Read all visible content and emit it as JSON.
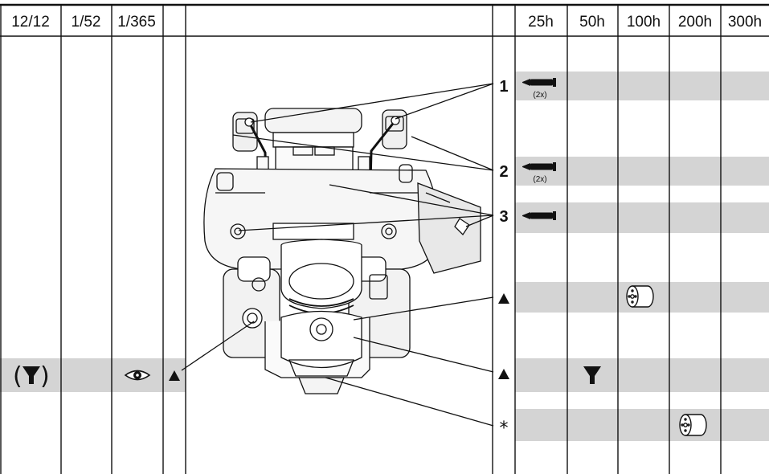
{
  "headers": {
    "left": [
      "12/12",
      "1/52",
      "1/365"
    ],
    "right": [
      "25h",
      "50h",
      "100h",
      "200h",
      "300h"
    ]
  },
  "callouts": [
    {
      "label": "1",
      "grease_note": "(2x)"
    },
    {
      "label": "2",
      "grease_note": "(2x)"
    },
    {
      "label": "3",
      "grease_note": ""
    }
  ],
  "asterisk": "*",
  "icons": {
    "grease_gun": "grease-gun-icon",
    "filter": "filter-icon",
    "inspect": "eye-icon",
    "warning": "warning-triangle-icon",
    "oil_filter": "oil-filter-icon"
  },
  "colors": {
    "row_shade": "#d4d4d4",
    "line": "#111111"
  }
}
